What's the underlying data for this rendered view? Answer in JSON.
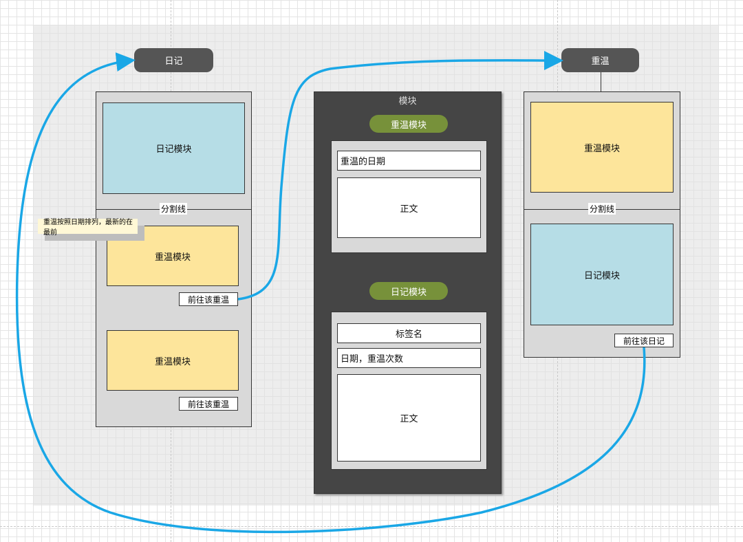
{
  "left": {
    "title": "日记",
    "diary_block": "日记模块",
    "divider": "分割线",
    "review_block_1": "重温模块",
    "goto_review_1": "前往该重温",
    "review_block_2": "重温模块",
    "goto_review_2": "前往该重温",
    "note": "重温按照日期排列，最新的在最前"
  },
  "middle": {
    "title": "模块",
    "review_pill": "重温模块",
    "review_date": "重温的日期",
    "review_body": "正文",
    "diary_pill": "日记模块",
    "tag_name": "标签名",
    "date_count": "日期，重温次数",
    "diary_body": "正文"
  },
  "right": {
    "title": "重温",
    "review_block": "重温模块",
    "divider": "分割线",
    "diary_block": "日记模块",
    "goto_diary": "前往该日记"
  },
  "colors": {
    "connector": "#1aa7e6",
    "diary": "#b6dde6",
    "review": "#fde59b",
    "pill": "#77913a"
  }
}
